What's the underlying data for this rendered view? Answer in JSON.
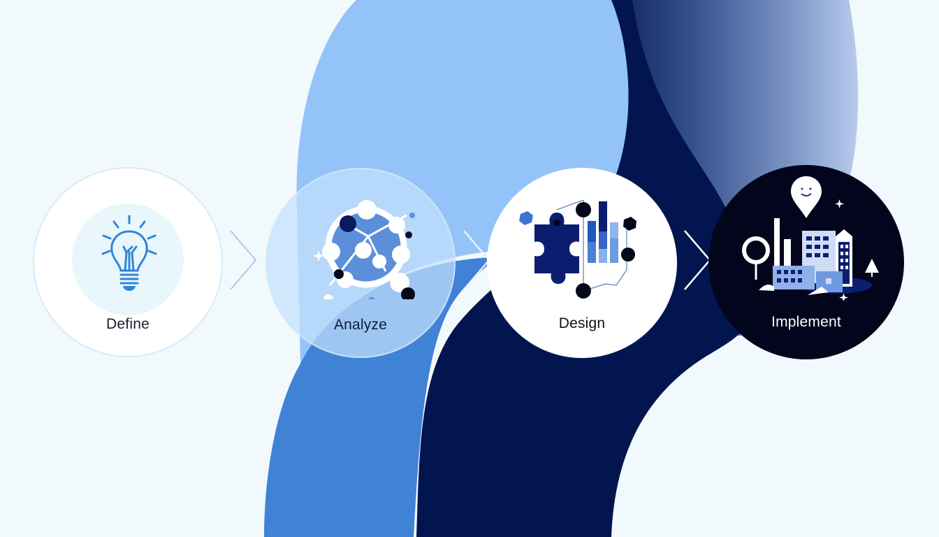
{
  "diagram": {
    "type": "process-flow",
    "steps": [
      {
        "label": "Define",
        "icon": "lightbulb-icon",
        "fill": "#ffffff",
        "text_color": "#1a1a2e"
      },
      {
        "label": "Analyze",
        "icon": "network-nodes-icon",
        "fill": "#b7d7f8",
        "text_color": "#0b1a3a"
      },
      {
        "label": "Design",
        "icon": "puzzle-chart-icon",
        "fill": "#ffffff",
        "text_color": "#111111"
      },
      {
        "label": "Implement",
        "icon": "city-buildings-icon",
        "fill": "#03051c",
        "text_color": "#ffffff"
      }
    ],
    "connectors": [
      "chevron-right",
      "chevron-right",
      "chevron-right"
    ]
  },
  "colors": {
    "background": "#f1f9fd",
    "light_blue_blob": "#93c3f8",
    "mid_blue_band": "#3f82d6",
    "navy_band": "#02154f",
    "gradient_blob_start": "#1a2f6b",
    "gradient_blob_end": "#b3c8ea",
    "icon_blue": "#2f86d4"
  }
}
